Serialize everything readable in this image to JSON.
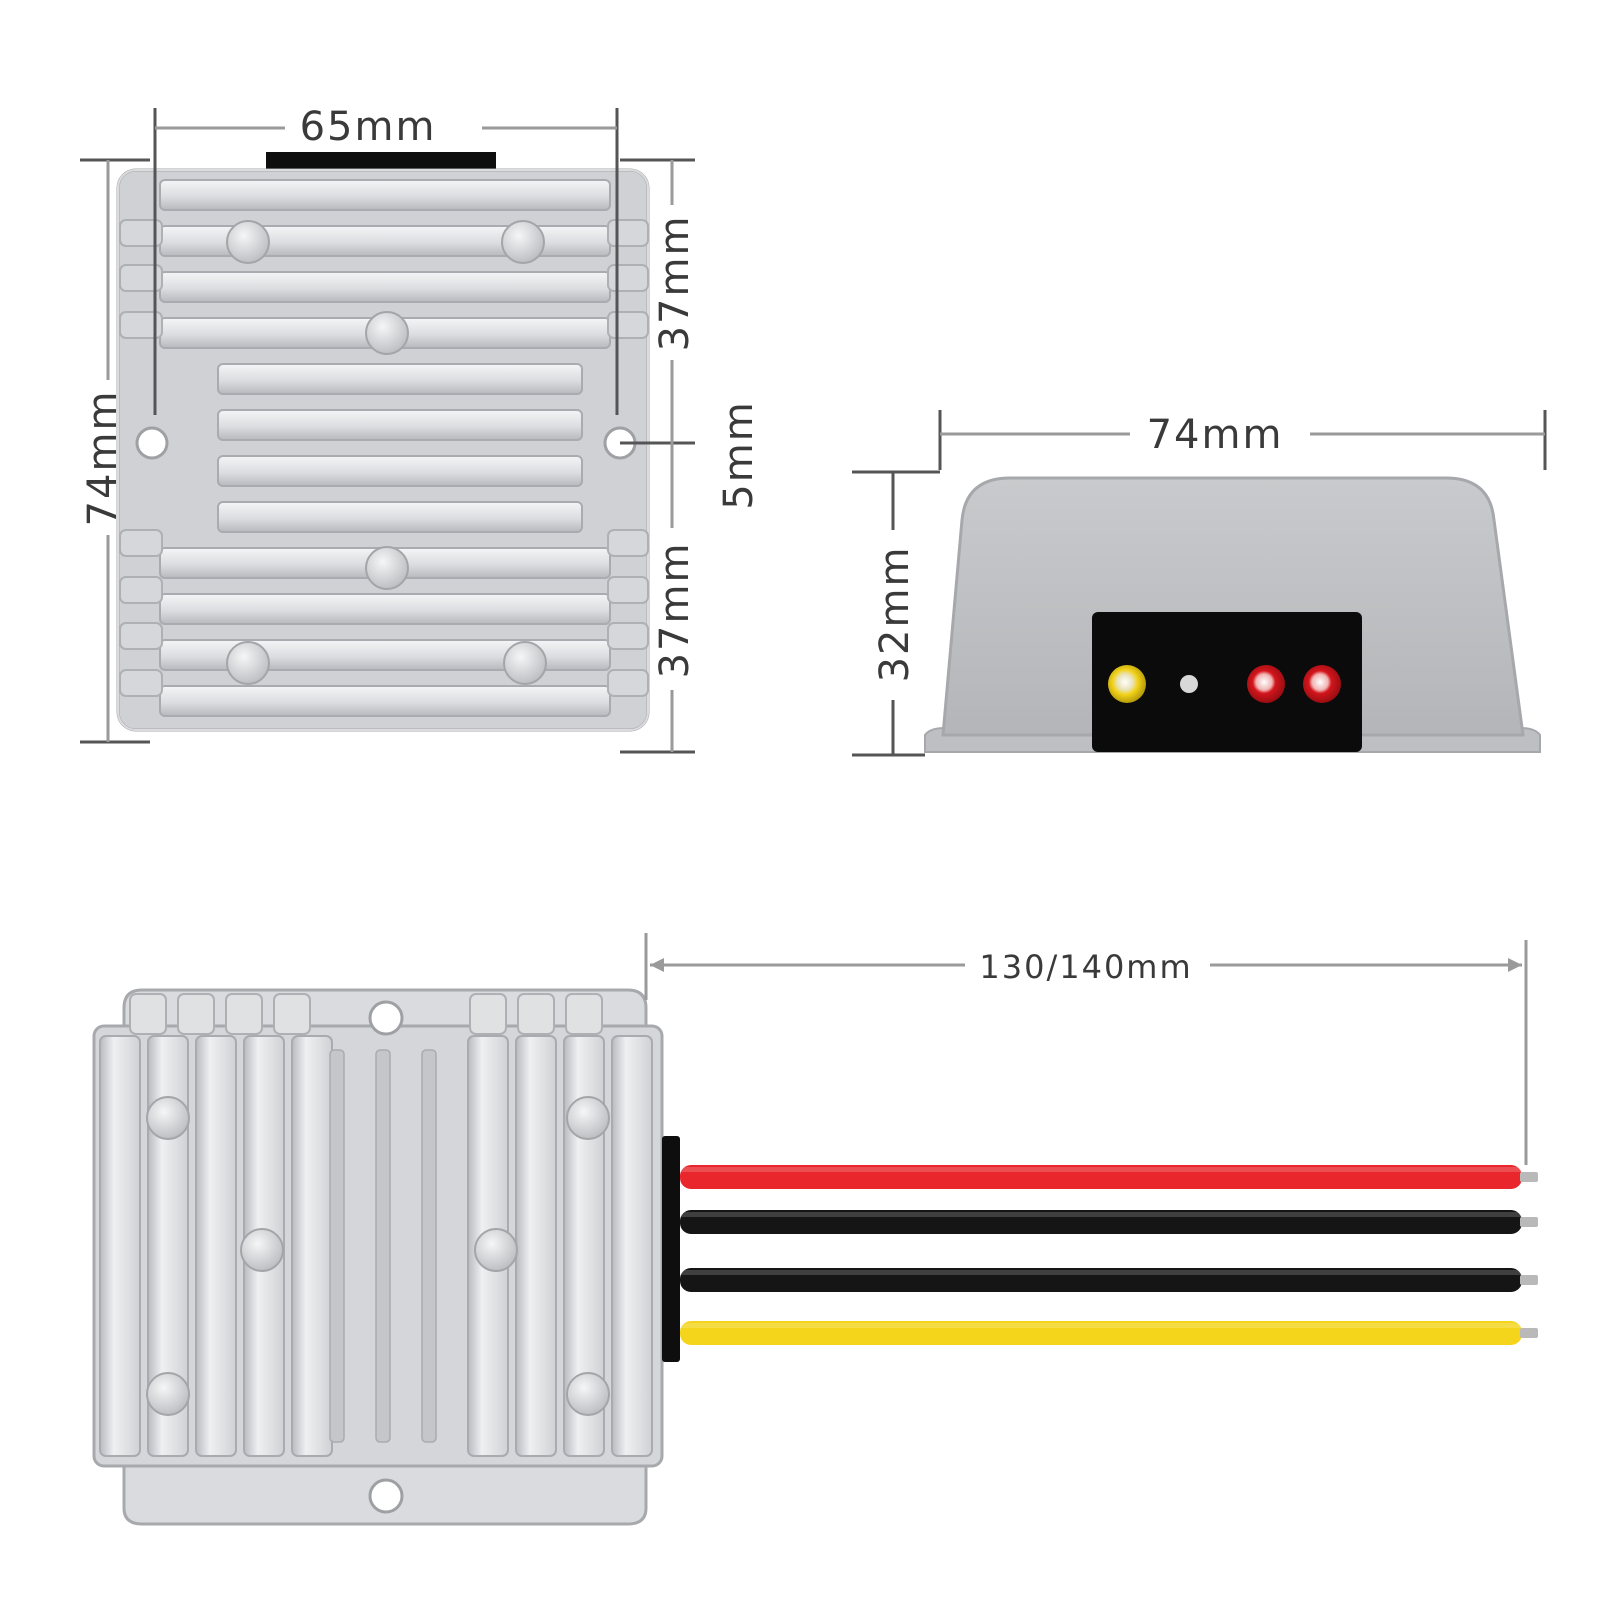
{
  "dimensions": {
    "top_width": "65mm",
    "top_height": "74mm",
    "top_upper_section": "37mm",
    "top_lower_section": "37mm",
    "top_hole_offset": "5mm",
    "side_width": "74mm",
    "side_height": "32mm",
    "cable_length": "130/140mm"
  },
  "colors": {
    "aluminum": "#dcdde0",
    "aluminum_dark": "#a9abb0",
    "aluminum_light": "#f1f2f4",
    "connector_panel": "#0b0b0b",
    "wire_red": "#e8262b",
    "wire_black": "#151515",
    "wire_yellow": "#f5d51c",
    "terminal_yellow": "#f2d21a",
    "terminal_red": "#d3151c",
    "dimension_line": "#9a9a9a"
  },
  "wires": [
    {
      "color": "wire_red"
    },
    {
      "color": "wire_black"
    },
    {
      "color": "wire_black"
    },
    {
      "color": "wire_yellow"
    }
  ]
}
